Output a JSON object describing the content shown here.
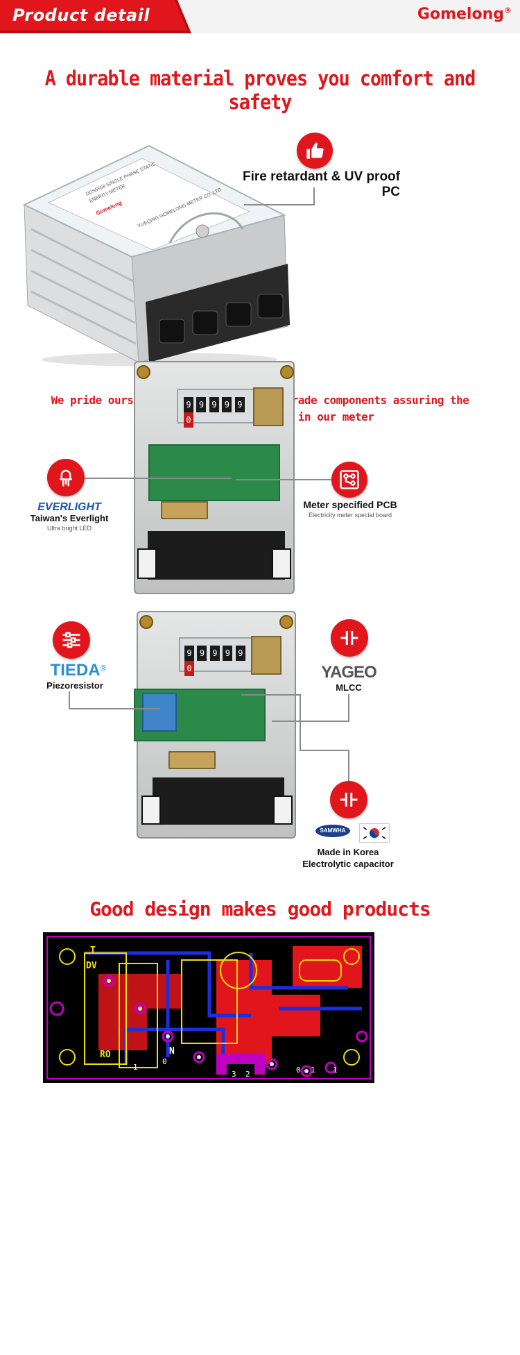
{
  "header": {
    "title": "Product  detail",
    "brand": "Gomelong",
    "brand_mark": "®"
  },
  "section1": {
    "headline": "A durable material proves you comfort and safety",
    "feature": {
      "label": "Fire retardant & UV proof PC",
      "icon": "thumbs-up-icon"
    },
    "meter_label": {
      "line1": "DDS5558 SINGLE PHASE STATIC",
      "line2": "ENERGY METER",
      "brand": "Gomelong",
      "maker": "YUEQING GOMELONG METER CO.,LTD"
    }
  },
  "section2": {
    "headline_line1": "We pride ourselves on using only top grade components assuring the",
    "headline_line2": "highest overall quality in our meter",
    "led": {
      "brand": "EVERLIGHT",
      "label": "Taiwan's Everlight",
      "sub": "Ultra bright LED",
      "icon": "led-icon"
    },
    "pcb": {
      "label": "Meter specified PCB",
      "sub": "Electricity meter special board",
      "icon": "circuit-icon"
    },
    "counter_digits": [
      "9",
      "9",
      "9",
      "9",
      "9",
      "0"
    ]
  },
  "section3": {
    "tieda": {
      "brand": "TIEDA",
      "mark": "®",
      "label": "Piezoresistor",
      "icon": "resistor-icon"
    },
    "yageo": {
      "brand": "YAGEO",
      "label": "MLCC",
      "icon": "capacitor-icon"
    },
    "samwha": {
      "brand": "SAMWHA",
      "label_line1": "Made in Korea",
      "label_line2": "Electrolytic capacitor",
      "icon": "capacitor-icon"
    }
  },
  "section4": {
    "headline": "Good design makes good products",
    "pcb_texts": [
      "T",
      "DV",
      "RO",
      "N"
    ],
    "pins": [
      "1",
      "0",
      "3",
      "2",
      "0",
      "1",
      "1"
    ]
  },
  "colors": {
    "accent": "#e1161c",
    "text": "#111111",
    "line": "#8a8a8a"
  }
}
